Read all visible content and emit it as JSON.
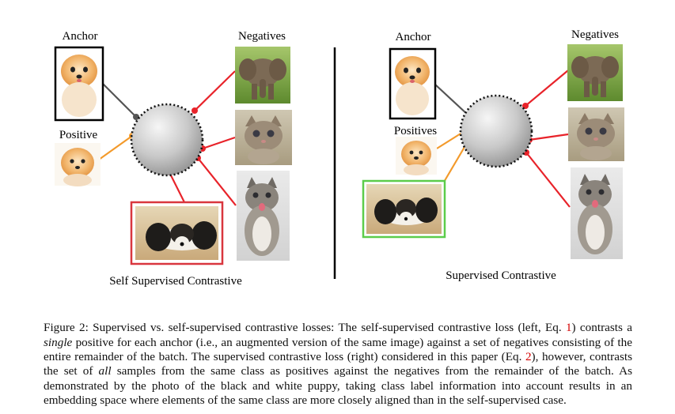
{
  "left_panel": {
    "anchor_label": "Anchor",
    "negatives_label": "Negatives",
    "positive_label": "Positive",
    "title": "Self Supervised Contrastive"
  },
  "right_panel": {
    "anchor_label": "Anchor",
    "negatives_label": "Negatives",
    "positive_label": "Positives",
    "title": "Supervised Contrastive"
  },
  "colors": {
    "negative_link": "#e8232a",
    "positive_link": "#f39a2b",
    "anchor_link": "#555555",
    "self_sup_positive_frame": "#d9363e",
    "sup_positive_frame": "#5ccc4a"
  },
  "caption": {
    "figure_label": "Figure 2:",
    "part1": " Supervised vs. self-supervised contrastive losses: The self-supervised contrastive loss (left, Eq. ",
    "ref1": "1",
    "part2": ") contrasts a ",
    "em1": "single",
    "part3": " positive for each anchor (i.e., an augmented version of the same image) against a set of negatives consisting of the entire remainder of the batch. The supervised contrastive loss (right) considered in this paper (Eq. ",
    "ref2": "2",
    "part4": "), however, contrasts the set of ",
    "em2": "all",
    "part5": " samples from the same class as positives against the negatives from the remainder of the batch. As demonstrated by the photo of the black and white puppy, taking class label information into account results in an embedding space where elements of the same class are more closely aligned than in the self-supervised case."
  }
}
